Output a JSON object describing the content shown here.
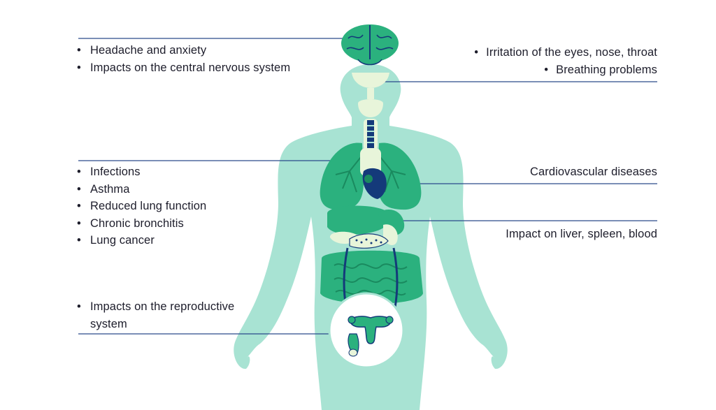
{
  "colors": {
    "body": "#a8e3d3",
    "organ": "#2bb17e",
    "organ_dark": "#1a8a5f",
    "vessel": "#143a7a",
    "pale": "#e8f5da",
    "leader": "#2a4a8a",
    "text": "#1d1d2b"
  },
  "labels": {
    "brain": [
      "Headache and anxiety",
      "Impacts on the central nervous system"
    ],
    "eyes": [
      "Irritation of the eyes, nose, throat",
      "Breathing problems"
    ],
    "lungs": [
      "Infections",
      "Asthma",
      "Reduced lung function",
      "Chronic bronchitis",
      "Lung cancer"
    ],
    "heart": "Cardiovascular diseases",
    "liver": "Impact on liver, spleen, blood",
    "reproductive": [
      "Impacts on the reproductive",
      "system"
    ]
  },
  "icons": {
    "brain": "brain-icon",
    "lungs": "lungs-icon",
    "heart": "heart-icon",
    "liver": "liver-icon",
    "intestine": "intestine-icon",
    "reproductive": "reproductive-organs-icon"
  }
}
